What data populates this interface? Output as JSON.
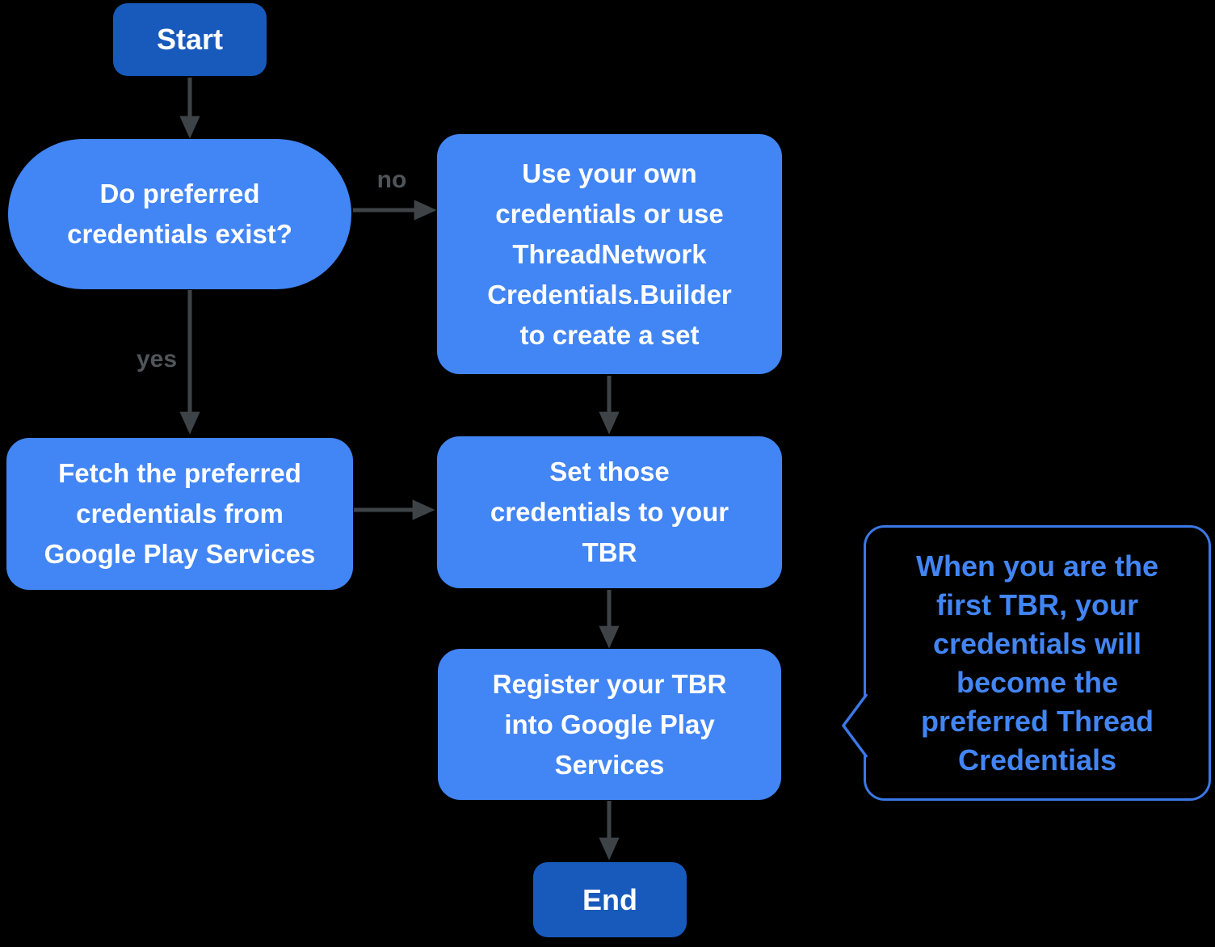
{
  "diagram": {
    "background": "#000000",
    "colors": {
      "process_fill": "#4285f4",
      "terminal_fill": "#185abc",
      "node_text": "#ffffff",
      "arrow": "#3e4347",
      "edge_label_text": "#50555a",
      "callout_border": "#3b78e7",
      "callout_text": "#4285f4"
    },
    "nodes": {
      "start": {
        "label": "Start"
      },
      "decision": {
        "label": "Do preferred\ncredentials exist?"
      },
      "use_own": {
        "label": "Use your own\ncredentials or use\nThreadNetwork\nCredentials.Builder\nto create a set"
      },
      "fetch": {
        "label": "Fetch the preferred\ncredentials from\nGoogle Play Services"
      },
      "set_credentials": {
        "label": "Set those\ncredentials to your\nTBR"
      },
      "register": {
        "label": "Register your TBR\ninto Google Play\nServices"
      },
      "end": {
        "label": "End"
      }
    },
    "edge_labels": {
      "no": "no",
      "yes": "yes"
    },
    "callout": {
      "text": "When you are the\nfirst TBR, your\ncredentials will\nbecome the\npreferred Thread\nCredentials"
    }
  }
}
